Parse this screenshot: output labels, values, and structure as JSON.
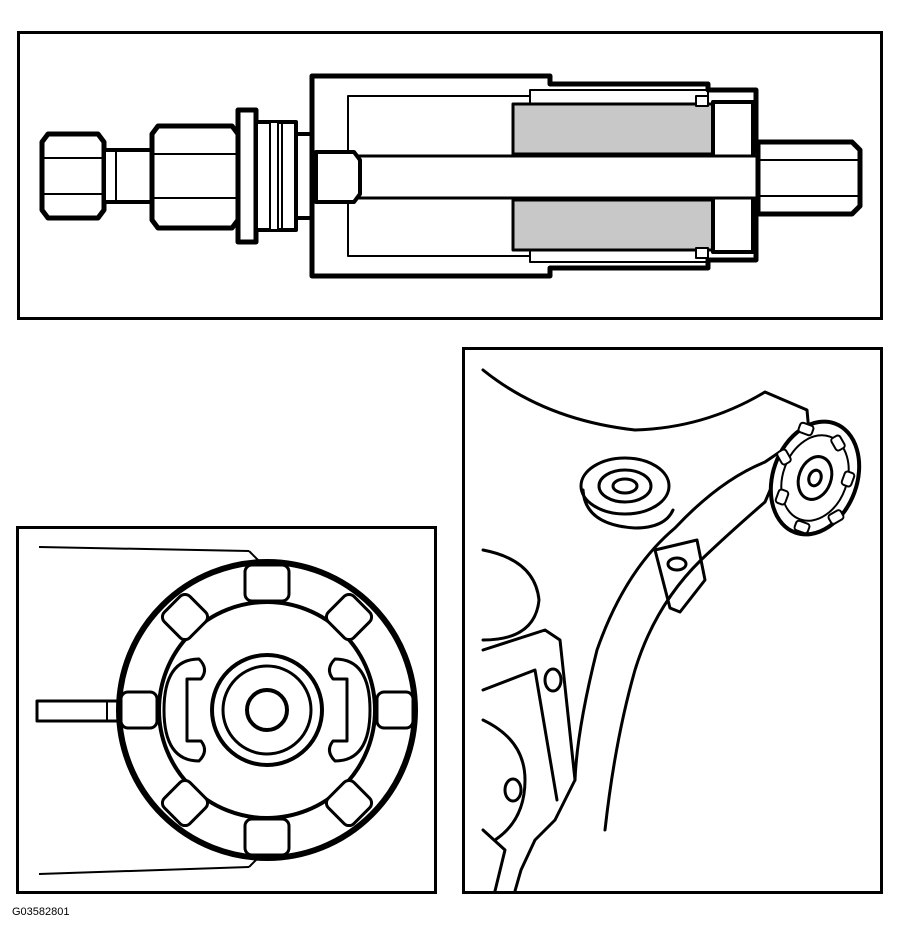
{
  "figure_id": "G03582801",
  "colors": {
    "line": "#000000",
    "background": "#ffffff",
    "shaded_part": "#c8c8c8"
  },
  "panels": [
    {
      "name": "puller-tool-cross-section"
    },
    {
      "name": "puller-face-detail"
    },
    {
      "name": "knuckle-with-tool-installed"
    }
  ]
}
